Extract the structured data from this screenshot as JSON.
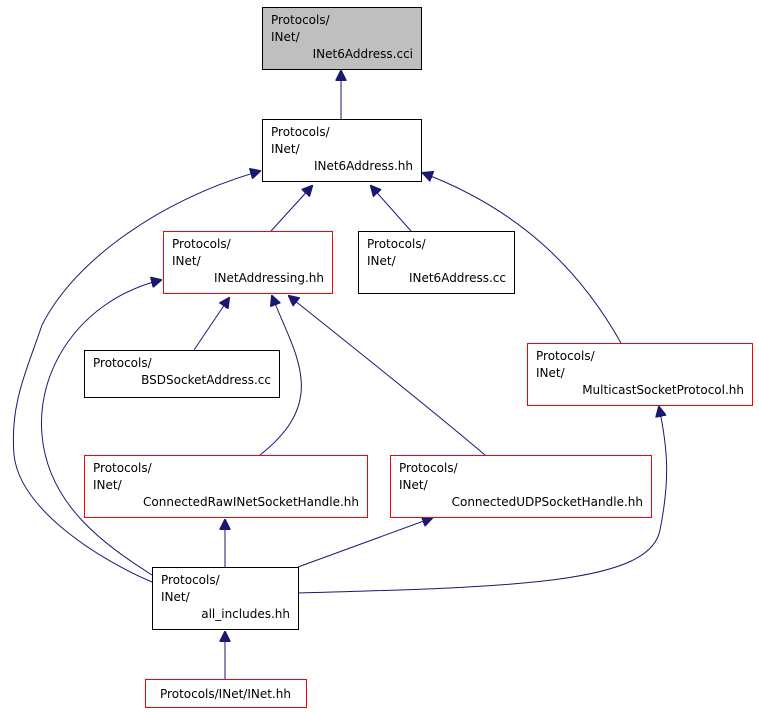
{
  "colors": {
    "edge": "#191970",
    "border_black": "#000000",
    "border_red": "#ff0000",
    "focus_fill": "#bfbfbf",
    "fill": "#ffffff"
  },
  "nodes": [
    {
      "id": "inet6address-cci",
      "lines": [
        "Protocols/",
        "INet/",
        "INet6Address.cci"
      ],
      "border": "black",
      "focus": true
    },
    {
      "id": "inet6address-hh",
      "lines": [
        "Protocols/",
        "INet/",
        "INet6Address.hh"
      ],
      "border": "black",
      "focus": false
    },
    {
      "id": "inetaddressing-hh",
      "lines": [
        "Protocols/",
        "INet/",
        "INetAddressing.hh"
      ],
      "border": "red",
      "focus": false
    },
    {
      "id": "inet6address-cc",
      "lines": [
        "Protocols/",
        "INet/",
        "INet6Address.cc"
      ],
      "border": "black",
      "focus": false
    },
    {
      "id": "multicastsocketprotocol-hh",
      "lines": [
        "Protocols/",
        "INet/",
        "MulticastSocketProtocol.hh"
      ],
      "border": "red",
      "focus": false
    },
    {
      "id": "bsdsocketaddress-cc",
      "lines": [
        "Protocols/",
        "BSDSocketAddress.cc"
      ],
      "border": "black",
      "focus": false
    },
    {
      "id": "connectedrawinetsockethandle-hh",
      "lines": [
        "Protocols/",
        "INet/",
        "ConnectedRawINetSocketHandle.hh"
      ],
      "border": "red",
      "focus": false
    },
    {
      "id": "connectedudpsockethandle-hh",
      "lines": [
        "Protocols/",
        "INet/",
        "ConnectedUDPSocketHandle.hh"
      ],
      "border": "red",
      "focus": false
    },
    {
      "id": "all-includes-hh",
      "lines": [
        "Protocols/",
        "INet/",
        "all_includes.hh"
      ],
      "border": "black",
      "focus": false
    },
    {
      "id": "inet-hh",
      "lines": [
        "Protocols/INet/INet.hh"
      ],
      "border": "red",
      "focus": false
    }
  ],
  "edges": [
    {
      "from": "inet6address-hh",
      "to": "inet6address-cci"
    },
    {
      "from": "inetaddressing-hh",
      "to": "inet6address-hh"
    },
    {
      "from": "inet6address-cc",
      "to": "inet6address-hh"
    },
    {
      "from": "multicastsocketprotocol-hh",
      "to": "inet6address-hh"
    },
    {
      "from": "all-includes-hh",
      "to": "inet6address-hh"
    },
    {
      "from": "bsdsocketaddress-cc",
      "to": "inetaddressing-hh"
    },
    {
      "from": "connectedrawinetsockethandle-hh",
      "to": "inetaddressing-hh"
    },
    {
      "from": "connectedudpsockethandle-hh",
      "to": "inetaddressing-hh"
    },
    {
      "from": "all-includes-hh",
      "to": "inetaddressing-hh"
    },
    {
      "from": "all-includes-hh",
      "to": "connectedrawinetsockethandle-hh"
    },
    {
      "from": "all-includes-hh",
      "to": "connectedudpsockethandle-hh"
    },
    {
      "from": "all-includes-hh",
      "to": "multicastsocketprotocol-hh"
    },
    {
      "from": "inet-hh",
      "to": "all-includes-hh"
    }
  ]
}
